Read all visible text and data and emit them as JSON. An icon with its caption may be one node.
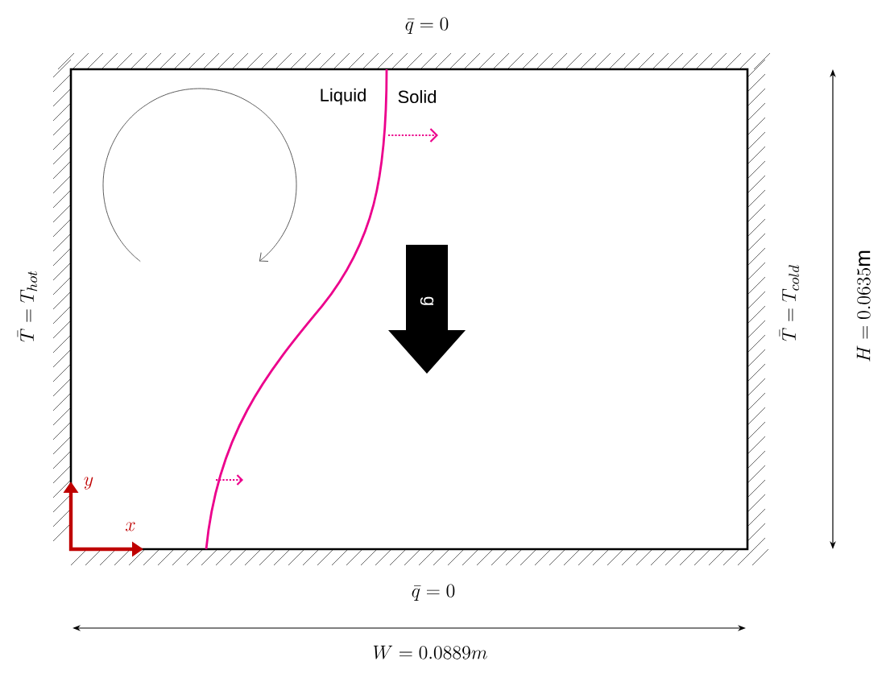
{
  "diagram": {
    "nodes": [
      {
        "text": [
          "g"
        ]
      }
    ],
    "edges": [],
    "labels": [
      "\\bar{q} = 0",
      "Liquid",
      "Solid",
      "\\bar{T} = T_{hot}",
      "\\bar{T} = T_{cold}",
      "H = 0.0635\\mathrm{m}",
      "y",
      "x",
      "\\bar{q} = 0",
      "W = 0.0889m"
    ]
  }
}
